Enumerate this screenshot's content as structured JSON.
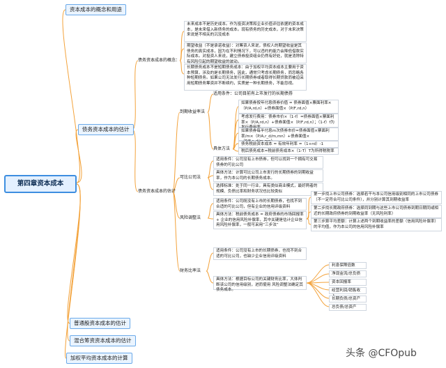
{
  "root": "第四章资本成本",
  "branches": {
    "b1": "资本成本的概念和用途",
    "b2": "债务资本成本的估计",
    "b3": "普通股资本成本的估计",
    "b4": "混合筹资资本成本的估计",
    "b5": "加权平均资本成本的计算"
  },
  "debt": {
    "concept": {
      "label": "债务资本成本的概念：",
      "n1": "未来成本不是历史成本。作为投资决策和企业价值评估依据的资本成本，是未来借入新债务的成本。现有债务的历史成本，对于未来决策来说是不相关的沉没成本",
      "n2": "期望收益（不是承诺收益）：对筹资人来说，债权人的期望收益是其债务的真实成本，因为在不利情况下，可以违约的能力会降低借款实际成本。对投资人来说，建立债券投资组合仍然有好处，就是消除特有风险引起的期望收益的波动。",
      "n3": "长期债务成本不是短期债务成本：由于加权平均资本成本主要用于资本预算，涉及的是长期债务，因此，通常只考虑长期债务，而忽略各种短期债务。如果公司无法发行长期债券或者取得长期贷款而被迫采用短期债务筹资并不断续约，实质是一种长期债务，不能忽视。"
    },
    "estimate": {
      "label": "债务资本成本的估计",
      "ytm": {
        "label": "到期收益率法",
        "cond": "适用条件：公司目前有上市发行的长期债券",
        "f1": "如果债券按年付息债券价值 = 债券面值×票面利率×（P/A,rd,n）+债券面值×（P/F,rd,n）",
        "f2": "考虑发行费用：债券市价×（1-f）=债券面值×票面利率×（P/A,rd,n）+债券面值×（P/F,rd,n）；（1-f）f为发行费用率",
        "f3": "如果债券每半付息m次债券市价=债券面值×票面利率/m×（P/A,r_d/m,mn）+债券面值×（P/F,r_d/m,mn）",
        "f4": "债务税前资本成本 = 有效年利率 =（1+rd）-1",
        "f5": "税后债务成本=税前债务成本×（1-T）T为所得税税率",
        "method": "具体方法"
      },
      "comp": {
        "label": "可比公司法",
        "cond": "适用条件：公司没有上市债券，但可以找到一个拥有可交易债券的可比公司",
        "method": "具体方法：计算可比公司上市发行的长期债券的到期收益率，作为本公司的长期债务成本。",
        "standard": "选择标准：处于同一行业，具有类似商业模式，最好两者的规模、负债比率和财务状况也比较类似"
      },
      "risk": {
        "label": "风险调整法",
        "cond": "适用条件：公司既没有上市的长期债券，也找不到合适的可比公司，但有企业的信用评级资料",
        "method": "具体方法：税前债务成本 = 政府债券的市场回报率 + 企业的信用风险补偿率，其中关键是估计企业信用风险补偿率，一般可采用“三步法”",
        "s1": "第一步找上市公司债券：选择若干与本公司信用级别相同的上市公司债券（不一定符合可比公司条件），并分别计算其到期收益率",
        "s2": "第二步找长期政府债券：选择同到期与这些上市公司债券到期日期同或相近的长期政府债券的到期收益率（无风险利率）",
        "s3": "第三步算平均差额：计算上述两个到期收益率的差额（信用风险补偿率）的平均值，作为本公司的信用风险补偿率"
      },
      "fin": {
        "label": "财务比率法",
        "cond": "适用条件：公司没有上市的长期债券，也找不到合适的可比公司，也缺少企业信用评级资料",
        "method": "具体方法：根据目标公司的关键财务比率，大体判断该公司的信用级别，进而使用 风险调整法确定其债务成本。",
        "ratios": [
          "利息保障倍数",
          "净现金流/总负债",
          "资本回报率",
          "经营利润/销售收入",
          "长期负债/总资产",
          "总负债/总资产"
        ]
      }
    }
  },
  "watermark": "头条 @CFOpub",
  "colors": {
    "line": "#f3a23a",
    "branch_border": "#6aa9e9",
    "root_border": "#3d8ee0",
    "node_border": "#cfd6df"
  }
}
